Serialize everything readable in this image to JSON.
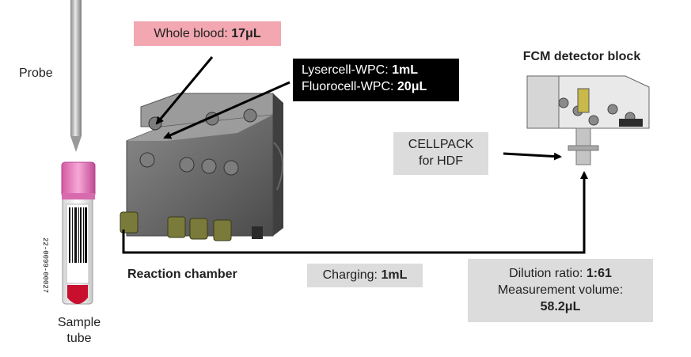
{
  "labels": {
    "probe": "Probe",
    "sample_tube": "Sample\ntube",
    "reaction_chamber": "Reaction chamber",
    "fcm_detector": "FCM detector block"
  },
  "whole_blood": {
    "text": "Whole blood: ",
    "value": "17μL"
  },
  "reagents": {
    "lysercell_text": "Lysercell-WPC: ",
    "lysercell_value": "1mL",
    "fluorocell_text": "Fluorocell-WPC: ",
    "fluorocell_value": "20μL"
  },
  "cellpack": {
    "line1": "CELLPACK",
    "line2": "for HDF"
  },
  "charging": {
    "text": "Charging: ",
    "value": "1mL"
  },
  "dilution": {
    "ratio_text": "Dilution ratio: ",
    "ratio_value": "1:61",
    "volume_text": "Measurement volume:",
    "volume_value": "58.2μL"
  },
  "tube_barcode": "22-0099-00027",
  "colors": {
    "whole_blood_box": "#f2a7b1",
    "reagent_box": "#000000",
    "grey_box": "#dcdcdc",
    "tube_cap": "#e872b8",
    "blood": "#c8102e",
    "chamber": "#5e5e5e",
    "arrow": "#000000"
  }
}
